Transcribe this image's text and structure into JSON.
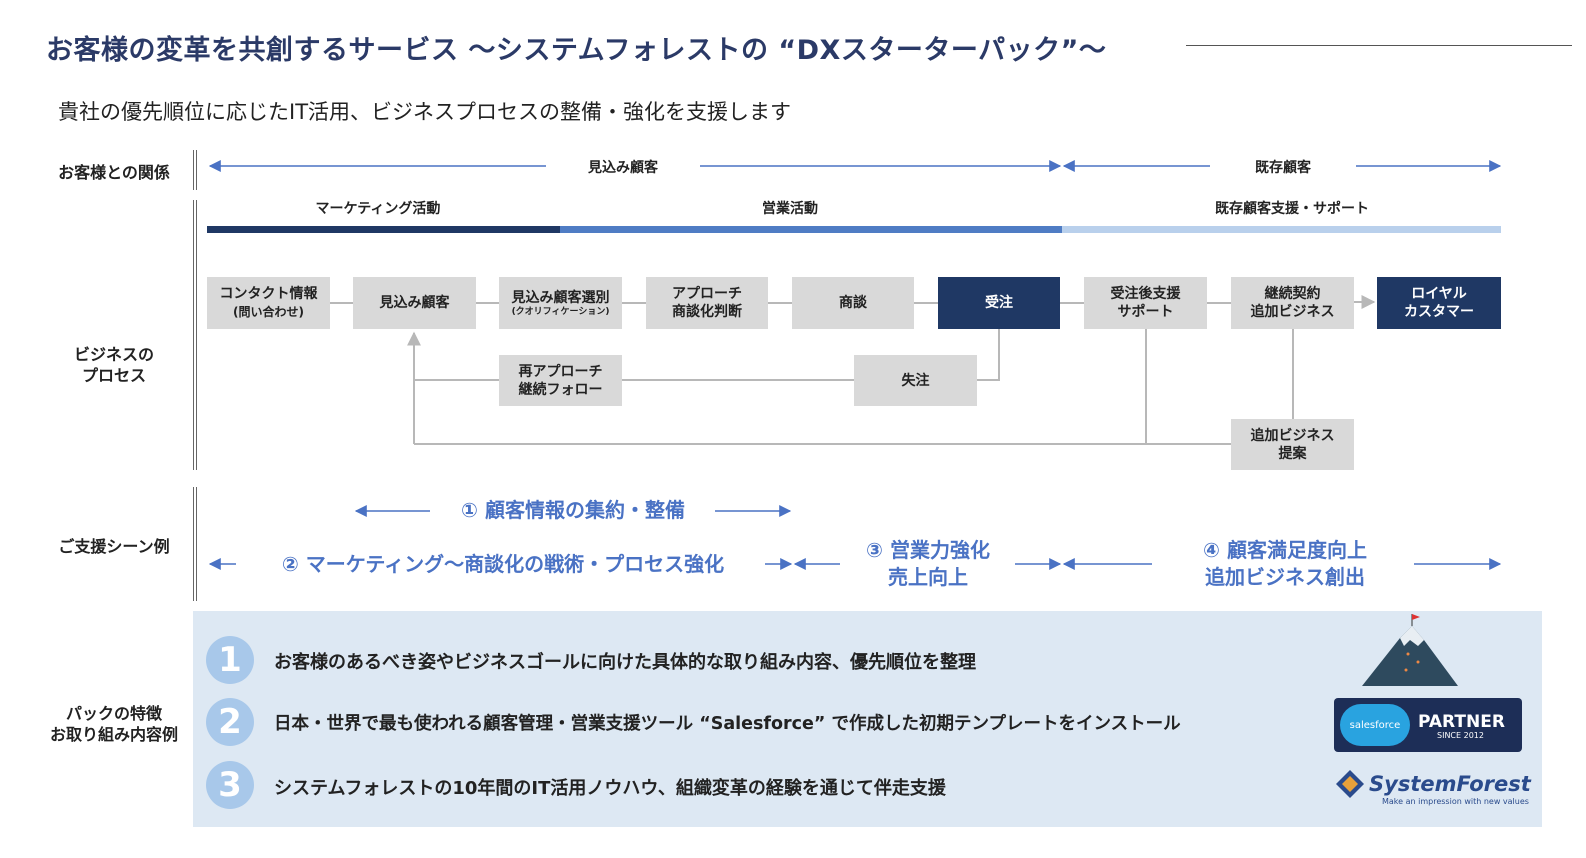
{
  "title": "お客様の変革を共創するサービス 〜システムフォレストの “DXスターターパック”〜",
  "subtitle": "貴社の優先順位に応じたIT活用、ビジネスプロセスの整備・強化を支援します",
  "row_labels": {
    "relationship": "お客様との関係",
    "process": "ビジネスの\nプロセス",
    "scenes": "ご支援シーン例",
    "features": "パックの特徴\nお取り組み内容例"
  },
  "relationship": {
    "prospect": "見込み顧客",
    "existing": "既存顧客"
  },
  "phases": {
    "marketing": "マーケティング活動",
    "sales": "営業活動",
    "support": "既存顧客支援・サポート"
  },
  "colors": {
    "marketing": "#1f3864",
    "sales": "#4f7cc4",
    "support": "#b9d0ec",
    "accent_blue": "#4a72c4",
    "dark_box": "#1f3864",
    "gray_box": "#d9d9d9",
    "feature_bg": "#dde8f3"
  },
  "process": {
    "contact": "コンタクト情報",
    "contact_sub": "(問い合わせ)",
    "prospect": "見込み顧客",
    "select": "見込み顧客選別",
    "select_sub": "(クオリフィケーション)",
    "approach": "アプローチ\n商談化判断",
    "negotiation": "商談",
    "order": "受注",
    "post_order": "受注後支援\nサポート",
    "renewal": "継続契約\n追加ビジネス",
    "loyal": "ロイヤル\nカスタマー",
    "reapproach": "再アプローチ\n継続フォロー",
    "lost": "失注",
    "addon": "追加ビジネス\n提案"
  },
  "scenes": {
    "s1": "① 顧客情報の集約・整備",
    "s2": "② マーケティング〜商談化の戦術・プロセス強化",
    "s3": "③ 営業力強化\n売上向上",
    "s4": "④ 顧客満足度向上\n追加ビジネス創出"
  },
  "features": [
    {
      "num": "1",
      "text": "お客様のあるべき姿やビジネスゴールに向けた具体的な取り組み内容、優先順位を整理"
    },
    {
      "num": "2",
      "text": "日本・世界で最も使われる顧客管理・営業支援ツール “Salesforce” で作成した初期テンプレートをインストール"
    },
    {
      "num": "3",
      "text": "システムフォレストの10年間のIT活用ノウハウ、組織変革の経験を通じて伴走支援"
    }
  ],
  "logos": {
    "salesforce": "salesforce",
    "partner": "PARTNER",
    "partner_since": "SINCE 2012",
    "systemforest": "SystemForest",
    "systemforest_tagline": "Make an impression with new values",
    "mountain_icon": "mountain-flag-icon"
  }
}
